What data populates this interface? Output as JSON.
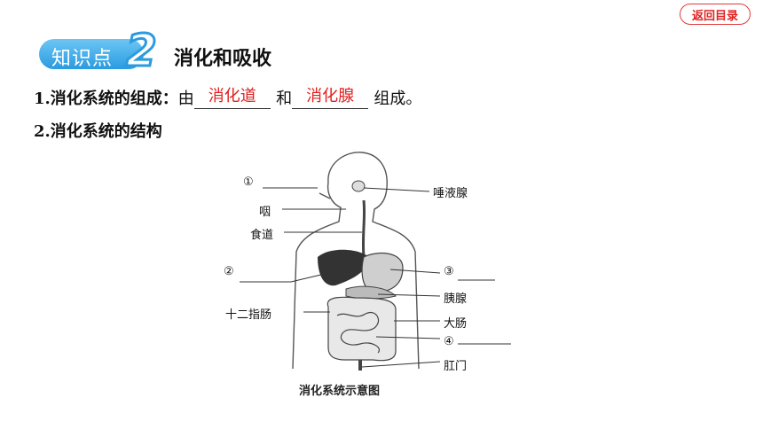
{
  "header": {
    "back_label": "返回目录"
  },
  "knowledge_point": {
    "prefix": "知识点",
    "number": "2",
    "title": "消化和吸收"
  },
  "item1": {
    "lead": "1.消化系统的组成：",
    "by": "由",
    "answer1": "消化道",
    "and": "和",
    "answer2": "消化腺",
    "tail": "组成。"
  },
  "item2": {
    "text": "2.消化系统的结构"
  },
  "figure": {
    "caption": "消化系统示意图",
    "labels": {
      "n1": "①",
      "pharynx": "咽",
      "esophagus": "食道",
      "n2": "②",
      "duodenum": "十二指肠",
      "salivary": "唾液腺",
      "n3": "③",
      "pancreas": "胰腺",
      "large_intestine": "大肠",
      "n4": "④",
      "anus": "肛门"
    }
  },
  "colors": {
    "accent_red": "#e02020",
    "badge_blue": "#2b9be0"
  }
}
